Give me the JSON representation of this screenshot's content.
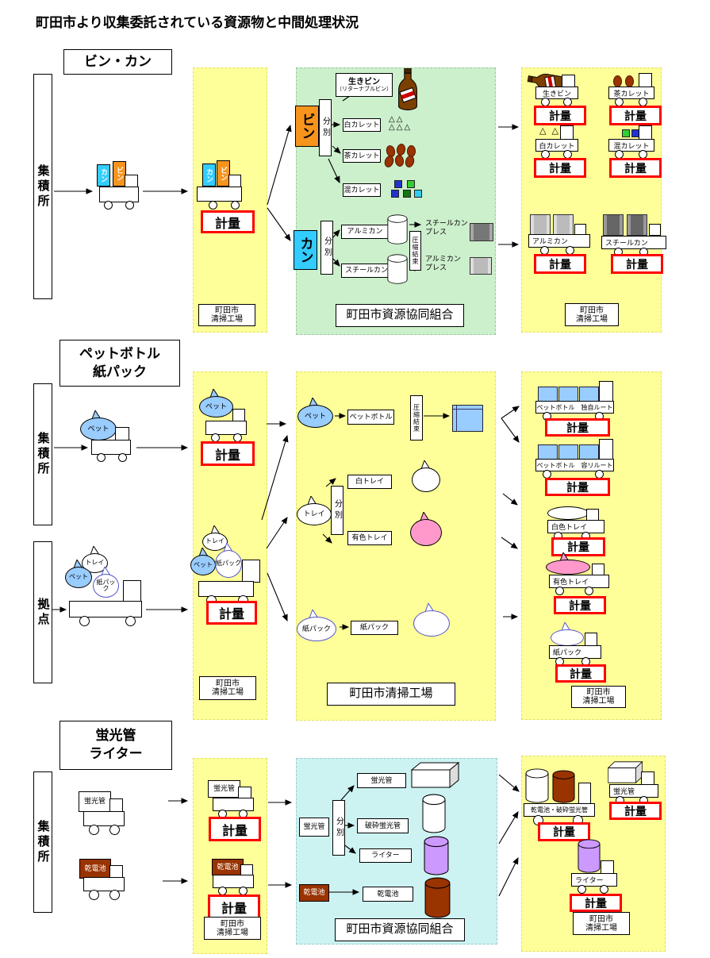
{
  "title": "町田市より収集委託されている資源物と中間処理状況",
  "common": {
    "keiryo": "計量",
    "seiso2": "町田市\n清掃工場",
    "seiso1": "町田市清掃工場",
    "kumiai": "町田市資源協同組合",
    "bunbetsu": "分別",
    "asshuku": "圧縮結束",
    "shusekijo": "集積所",
    "kyoten": "拠点"
  },
  "s1": {
    "header": "ビン・カン",
    "kan": "カン",
    "bin": "ビン",
    "ikibin": "生きビン",
    "ikibin_sub": "（リターナブルビン）",
    "shiro": "白カレット",
    "cha": "茶カレット",
    "kon": "混カレット",
    "alumi": "アルミカン",
    "steel": "スチールカン",
    "steel_press": "スチールカン\nプレス",
    "alumi_press": "アルミカン\nプレス",
    "triangles": "△△\n△△△",
    "triangles_small": "△ △"
  },
  "s2": {
    "header": "ペットボトル\n紙パック",
    "pet": "ペット",
    "tray": "トレイ",
    "pack": "紙パック",
    "petbottle": "ペットボトル",
    "shiro_tray": "白トレイ",
    "yushoku_tray": "有色トレイ",
    "dokuji": "ペットボトル　独自ルート",
    "yori": "ペットボトル　容リルート",
    "shiro_tray2": "白色トレイ",
    "yushoku_tray2": "有色トレイ"
  },
  "s3": {
    "header": "蛍光管\nライター",
    "keiko": "蛍光管",
    "denchi": "乾電池",
    "hasai": "破砕蛍光管",
    "lighter": "ライター",
    "denchi_hasai": "乾電池・破砕蛍光管"
  },
  "colors": {
    "yellow": "#FFFF99",
    "green": "#CCEFCC",
    "cyan_area": "#CDF2F2",
    "orange": "#F7941E",
    "cyan": "#33CCFF",
    "blue": "#99CCFF",
    "pink": "#FF99CC",
    "purple": "#CC99FF",
    "brown": "#993300",
    "red": "#FF0000"
  }
}
